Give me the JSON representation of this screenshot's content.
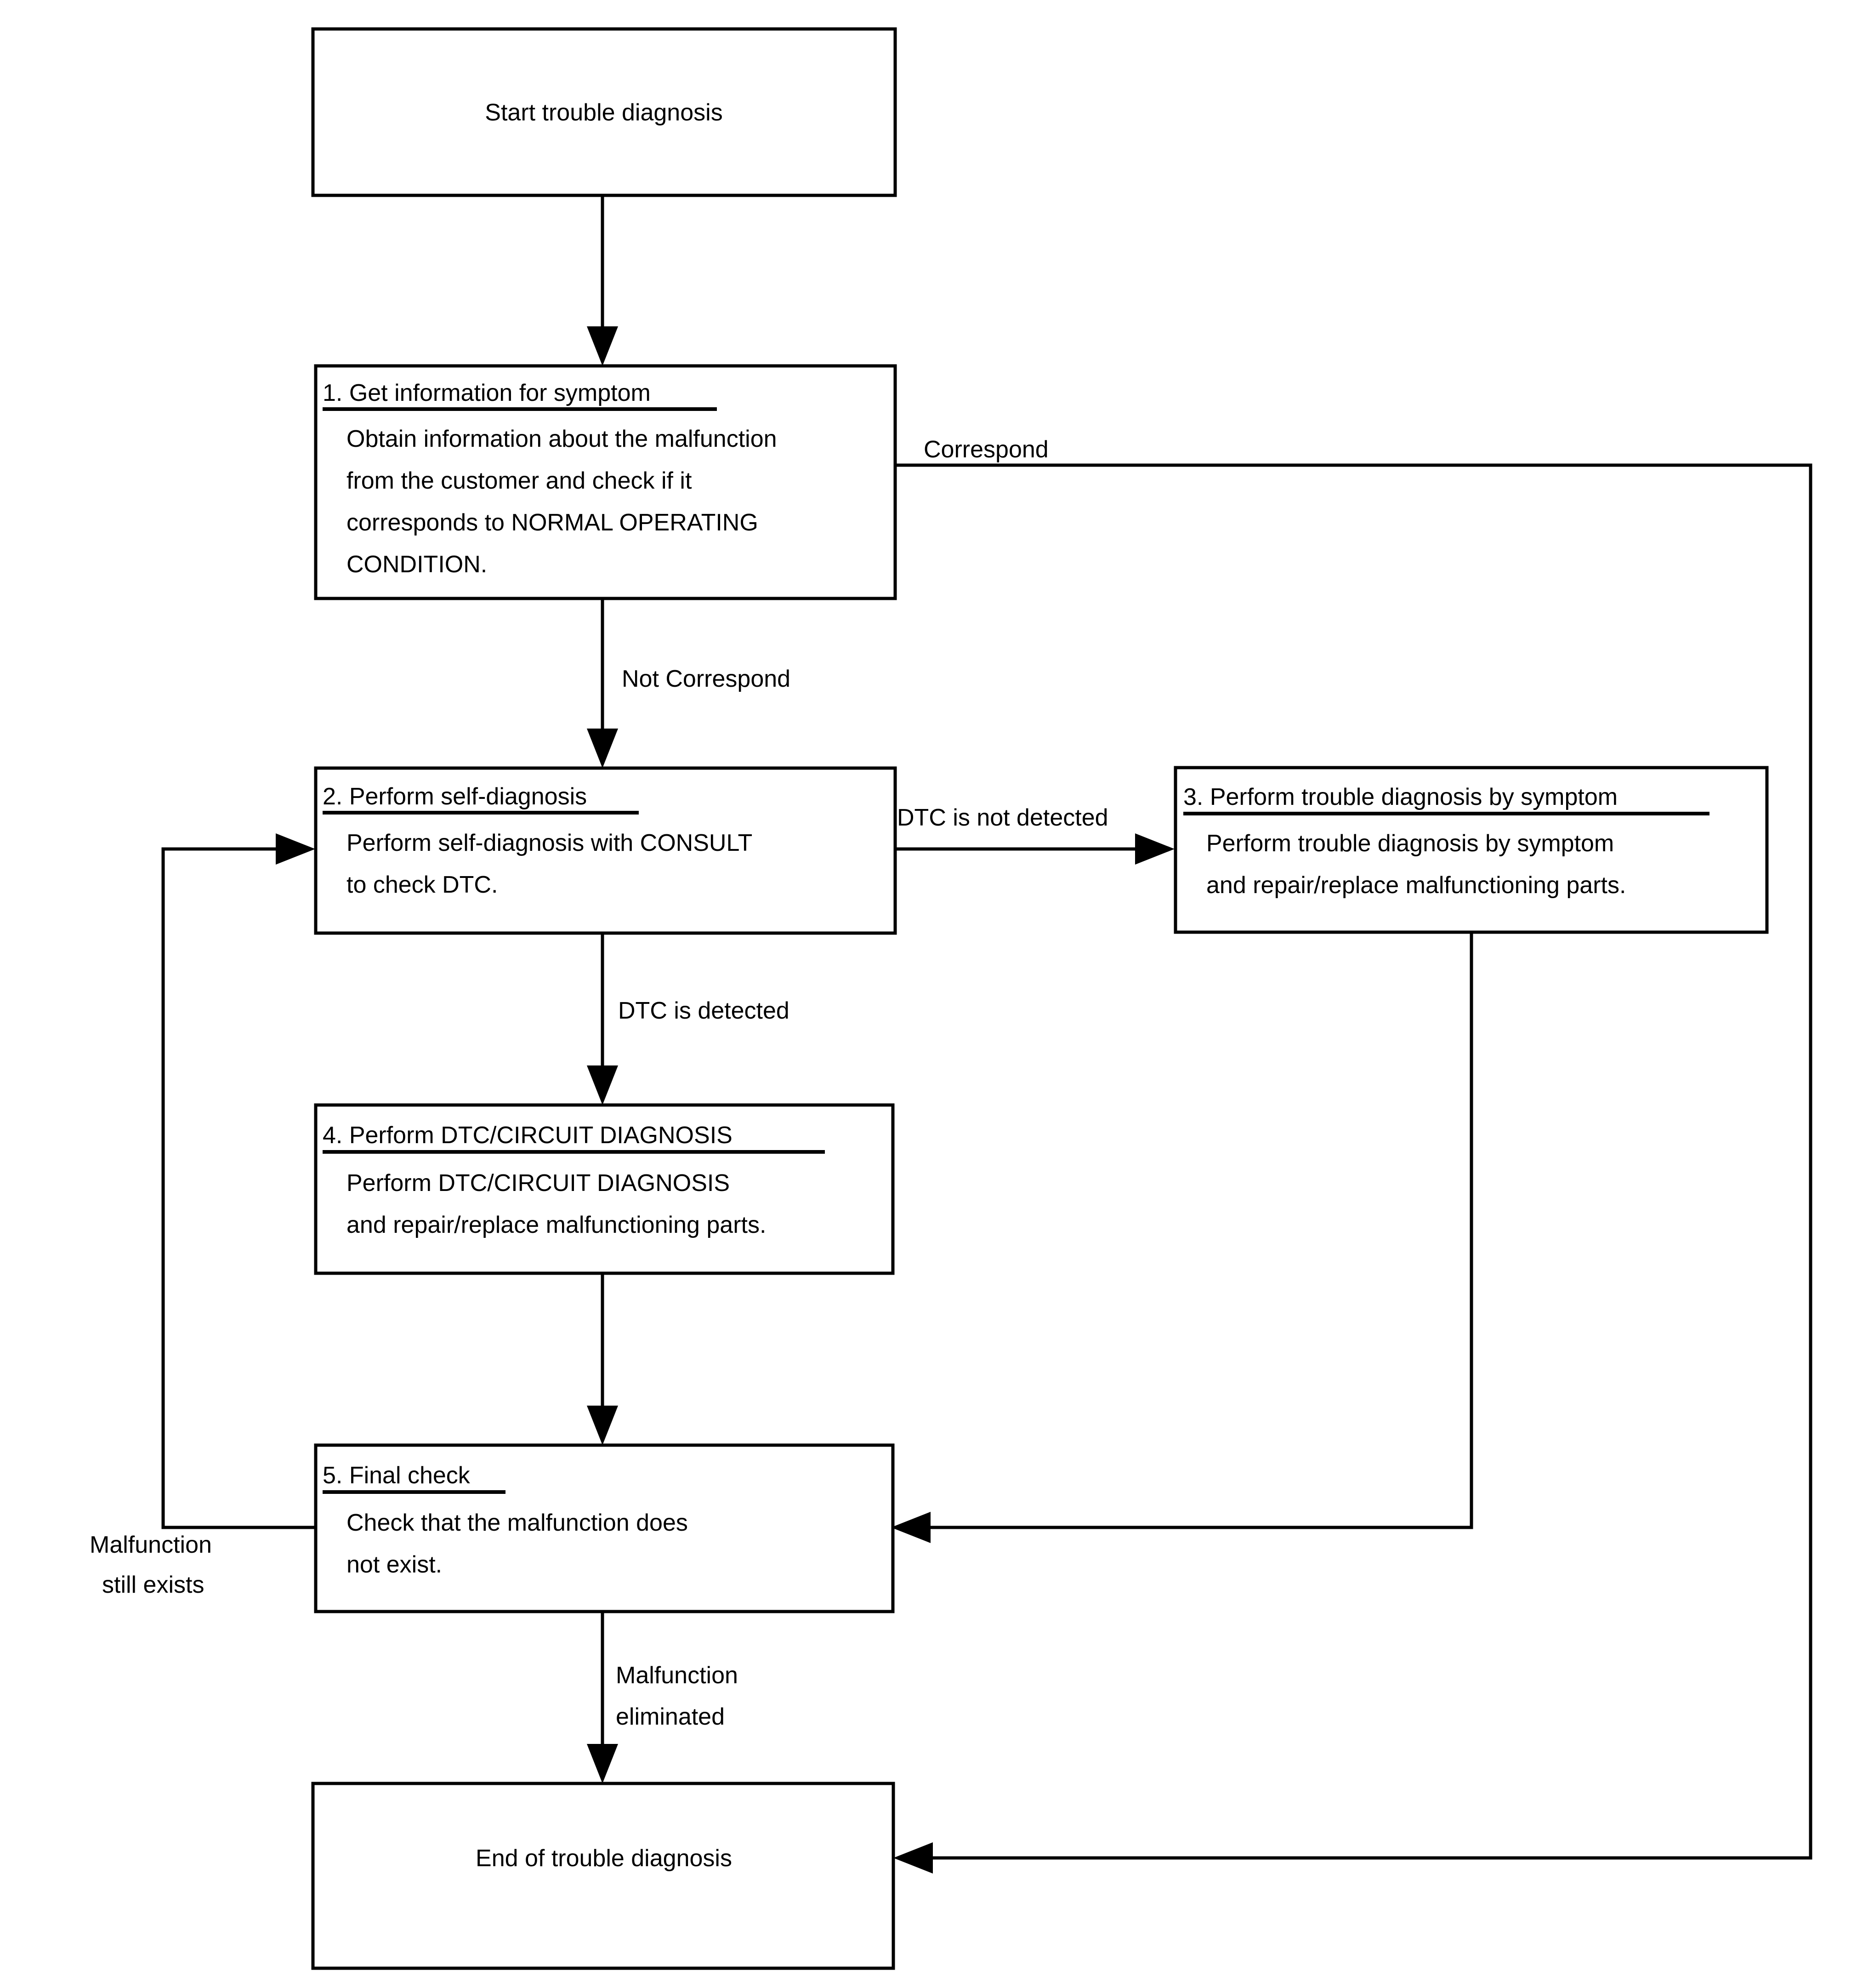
{
  "diagram": {
    "type": "flowchart",
    "title": "Trouble diagnosis flow",
    "accent_color": "#000000",
    "background_color": "#ffffff"
  },
  "nodes": {
    "start": {
      "label": "Start trouble diagnosis"
    },
    "step1": {
      "title": "1. Get information for symptom",
      "body_line1": "Obtain information about the malfunction",
      "body_line2": "from the customer and check if it",
      "body_line3": "corresponds to NORMAL OPERATING",
      "body_line4": "CONDITION."
    },
    "step2": {
      "title": "2. Perform self-diagnosis",
      "body_line1": "Perform self-diagnosis with CONSULT",
      "body_line2": "to check DTC."
    },
    "step3": {
      "title": "3. Perform trouble diagnosis by symptom",
      "body_line1": "Perform trouble diagnosis by symptom",
      "body_line2": "and repair/replace malfunctioning parts."
    },
    "step4": {
      "title": "4. Perform DTC/CIRCUIT DIAGNOSIS",
      "body_line1": "Perform DTC/CIRCUIT DIAGNOSIS",
      "body_line2": "and repair/replace malfunctioning parts."
    },
    "step5": {
      "title": "5. Final check",
      "body_line1": "Check that the malfunction does",
      "body_line2": "not exist."
    },
    "end": {
      "label": "End of trouble diagnosis"
    }
  },
  "edge_labels": {
    "correspond": "Correspond",
    "not_correspond": "Not Correspond",
    "dtc_not_detected": "DTC is not detected",
    "dtc_detected": "DTC is detected",
    "malfunction_still_exists_line1": "Malfunction",
    "malfunction_still_exists_line2": "still exists",
    "malfunction_eliminated_line1": "Malfunction",
    "malfunction_eliminated_line2": "eliminated"
  }
}
